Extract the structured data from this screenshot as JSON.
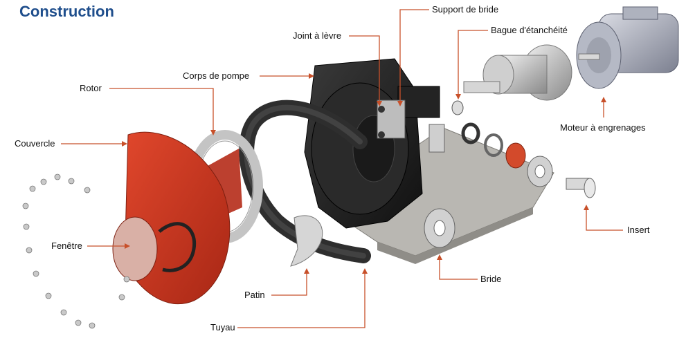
{
  "title": "Construction",
  "labels": {
    "support_de_bride": "Support de bride",
    "joint_a_levre": "Joint à lèvre",
    "bague_etancheite": "Bague d'étanchéité",
    "corps_de_pompe": "Corps de pompe",
    "rotor": "Rotor",
    "couvercle": "Couvercle",
    "fenetre": "Fenêtre",
    "moteur_engrenages": "Moteur à engrenages",
    "insert": "Insert",
    "bride": "Bride",
    "patin": "Patin",
    "tuyau": "Tuyau"
  },
  "colors": {
    "title": "#1f4e8c",
    "leader": "#c8502a",
    "red_parts": "#c8321e",
    "black_parts": "#1e1e1e",
    "metal": "#c9c9c9"
  }
}
